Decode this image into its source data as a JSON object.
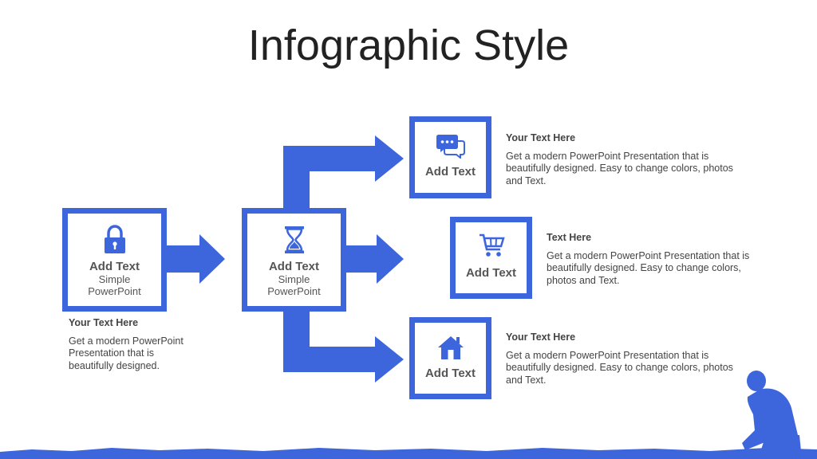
{
  "title": "Infographic Style",
  "colors": {
    "accent": "#3d66dc",
    "text": "#444444"
  },
  "nodes": {
    "left": {
      "label": "Add Text",
      "sub1": "Simple",
      "sub2": "PowerPoint",
      "icon": "lock-icon"
    },
    "center": {
      "label": "Add Text",
      "sub1": "Simple",
      "sub2": "PowerPoint",
      "icon": "hourglass-icon"
    },
    "top": {
      "label": "Add Text",
      "icon": "chat-icon"
    },
    "middle": {
      "label": "Add Text",
      "icon": "cart-icon"
    },
    "bottom": {
      "label": "Add Text",
      "icon": "home-icon"
    }
  },
  "descriptions": {
    "left": {
      "heading": "Your Text  Here",
      "body": "Get a modern PowerPoint  Presentation that is beautifully designed."
    },
    "top": {
      "heading": "Your Text  Here",
      "body": "Get a modern PowerPoint  Presentation that is beautifully designed. Easy to change colors, photos and Text."
    },
    "middle": {
      "heading": "Text  Here",
      "body": "Get a modern PowerPoint  Presentation that is beautifully designed. Easy to change colors, photos and Text."
    },
    "bottom": {
      "heading": "Your Text  Here",
      "body": "Get a modern PowerPoint  Presentation that is beautifully designed. Easy to change colors, photos and Text."
    }
  }
}
